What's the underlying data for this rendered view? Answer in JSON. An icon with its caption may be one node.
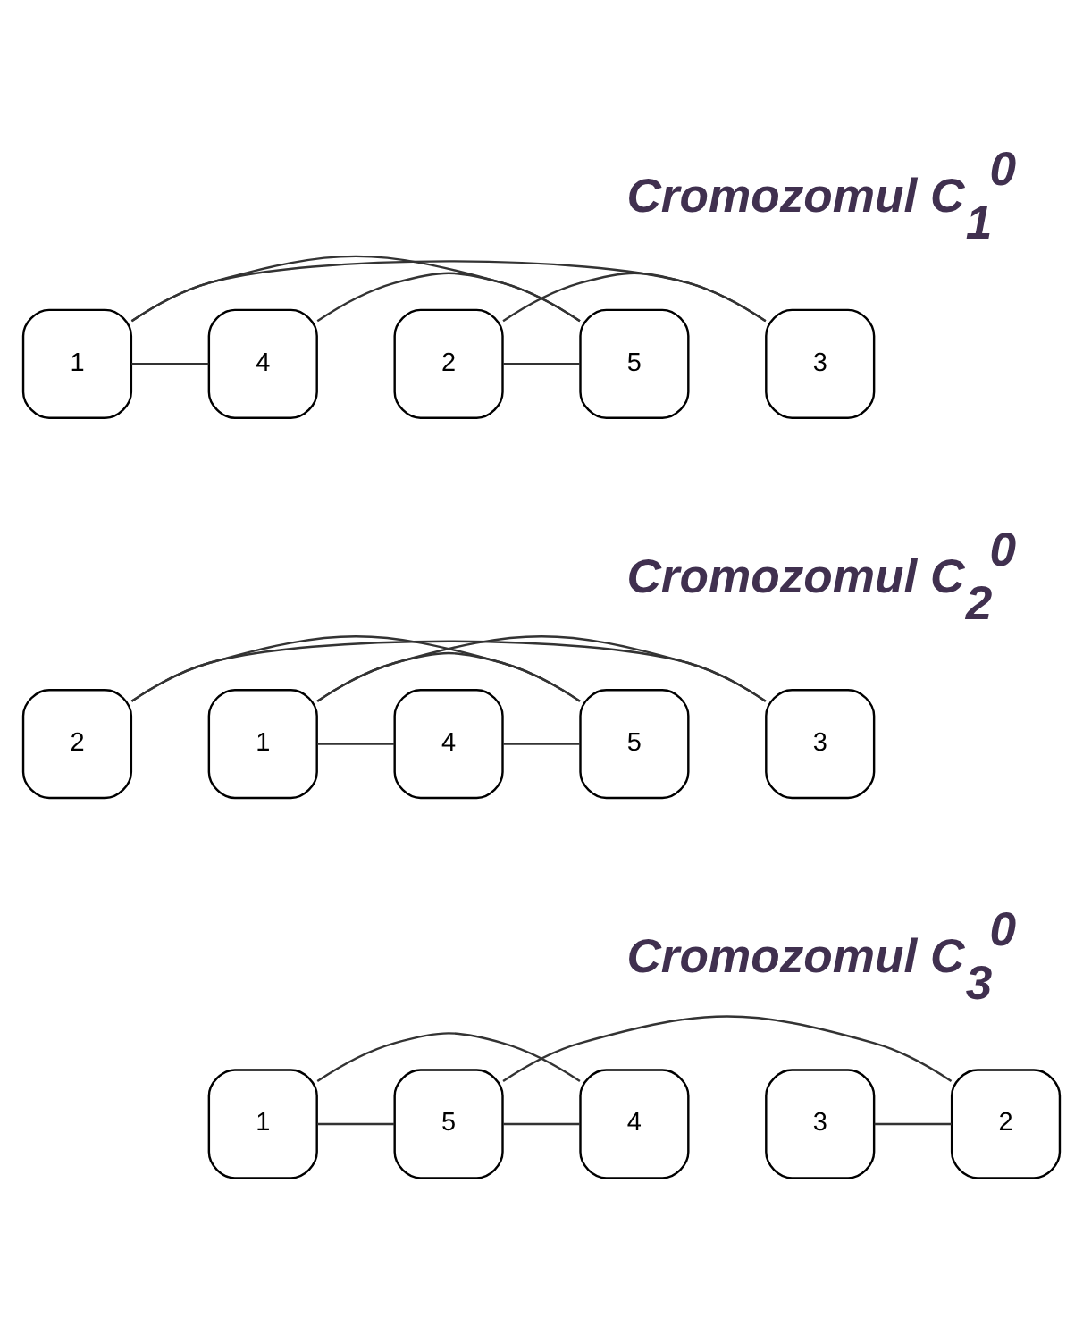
{
  "diagram": {
    "nodes": [
      {
        "text": [
          "1"
        ]
      },
      {
        "text": [
          "2"
        ]
      },
      {
        "text": [
          "3"
        ]
      },
      {
        "text": [
          "4"
        ]
      },
      {
        "text": [
          "5"
        ]
      },
      {
        "text": [
          "2"
        ]
      },
      {
        "text": [
          "1"
        ]
      },
      {
        "text": [
          "3"
        ]
      },
      {
        "text": [
          "4"
        ]
      },
      {
        "text": [
          "5"
        ]
      },
      {
        "text": [
          "1"
        ]
      },
      {
        "text": [
          "5"
        ]
      },
      {
        "text": [
          "3"
        ]
      },
      {
        "text": [
          "4"
        ]
      },
      {
        "text": [
          "2"
        ]
      }
    ],
    "edges": [
      {
        "from": 0,
        "to": 4,
        "arrow": "none"
      },
      {
        "from": 1,
        "to": 4,
        "arrow": "none"
      },
      {
        "from": 1,
        "to": 2,
        "arrow": "none"
      },
      {
        "from": 3,
        "to": 4,
        "arrow": "none"
      },
      {
        "from": 0,
        "to": 2,
        "arrow": "none"
      },
      {
        "from": 0,
        "to": 3,
        "arrow": "none"
      },
      {
        "from": 5,
        "to": 9,
        "arrow": "none"
      },
      {
        "from": 5,
        "to": 7,
        "arrow": "none"
      },
      {
        "from": 6,
        "to": 7,
        "arrow": "none"
      },
      {
        "from": 8,
        "to": 9,
        "arrow": "none"
      },
      {
        "from": 6,
        "to": 8,
        "arrow": "none"
      },
      {
        "from": 6,
        "to": 9,
        "arrow": "none"
      },
      {
        "from": 11,
        "to": 14,
        "arrow": "none"
      },
      {
        "from": 10,
        "to": 13,
        "arrow": "none"
      },
      {
        "from": 10,
        "to": 11,
        "arrow": "none"
      },
      {
        "from": 11,
        "to": 13,
        "arrow": "none"
      },
      {
        "from": 12,
        "to": 14,
        "arrow": "none"
      }
    ],
    "labels": [
      "Cromozomul C$_{1}$$^{0}$",
      "Cromozomul C$_{2}$$^{0}$",
      "Cromozomul C$_{3}$$^{0}$"
    ]
  }
}
